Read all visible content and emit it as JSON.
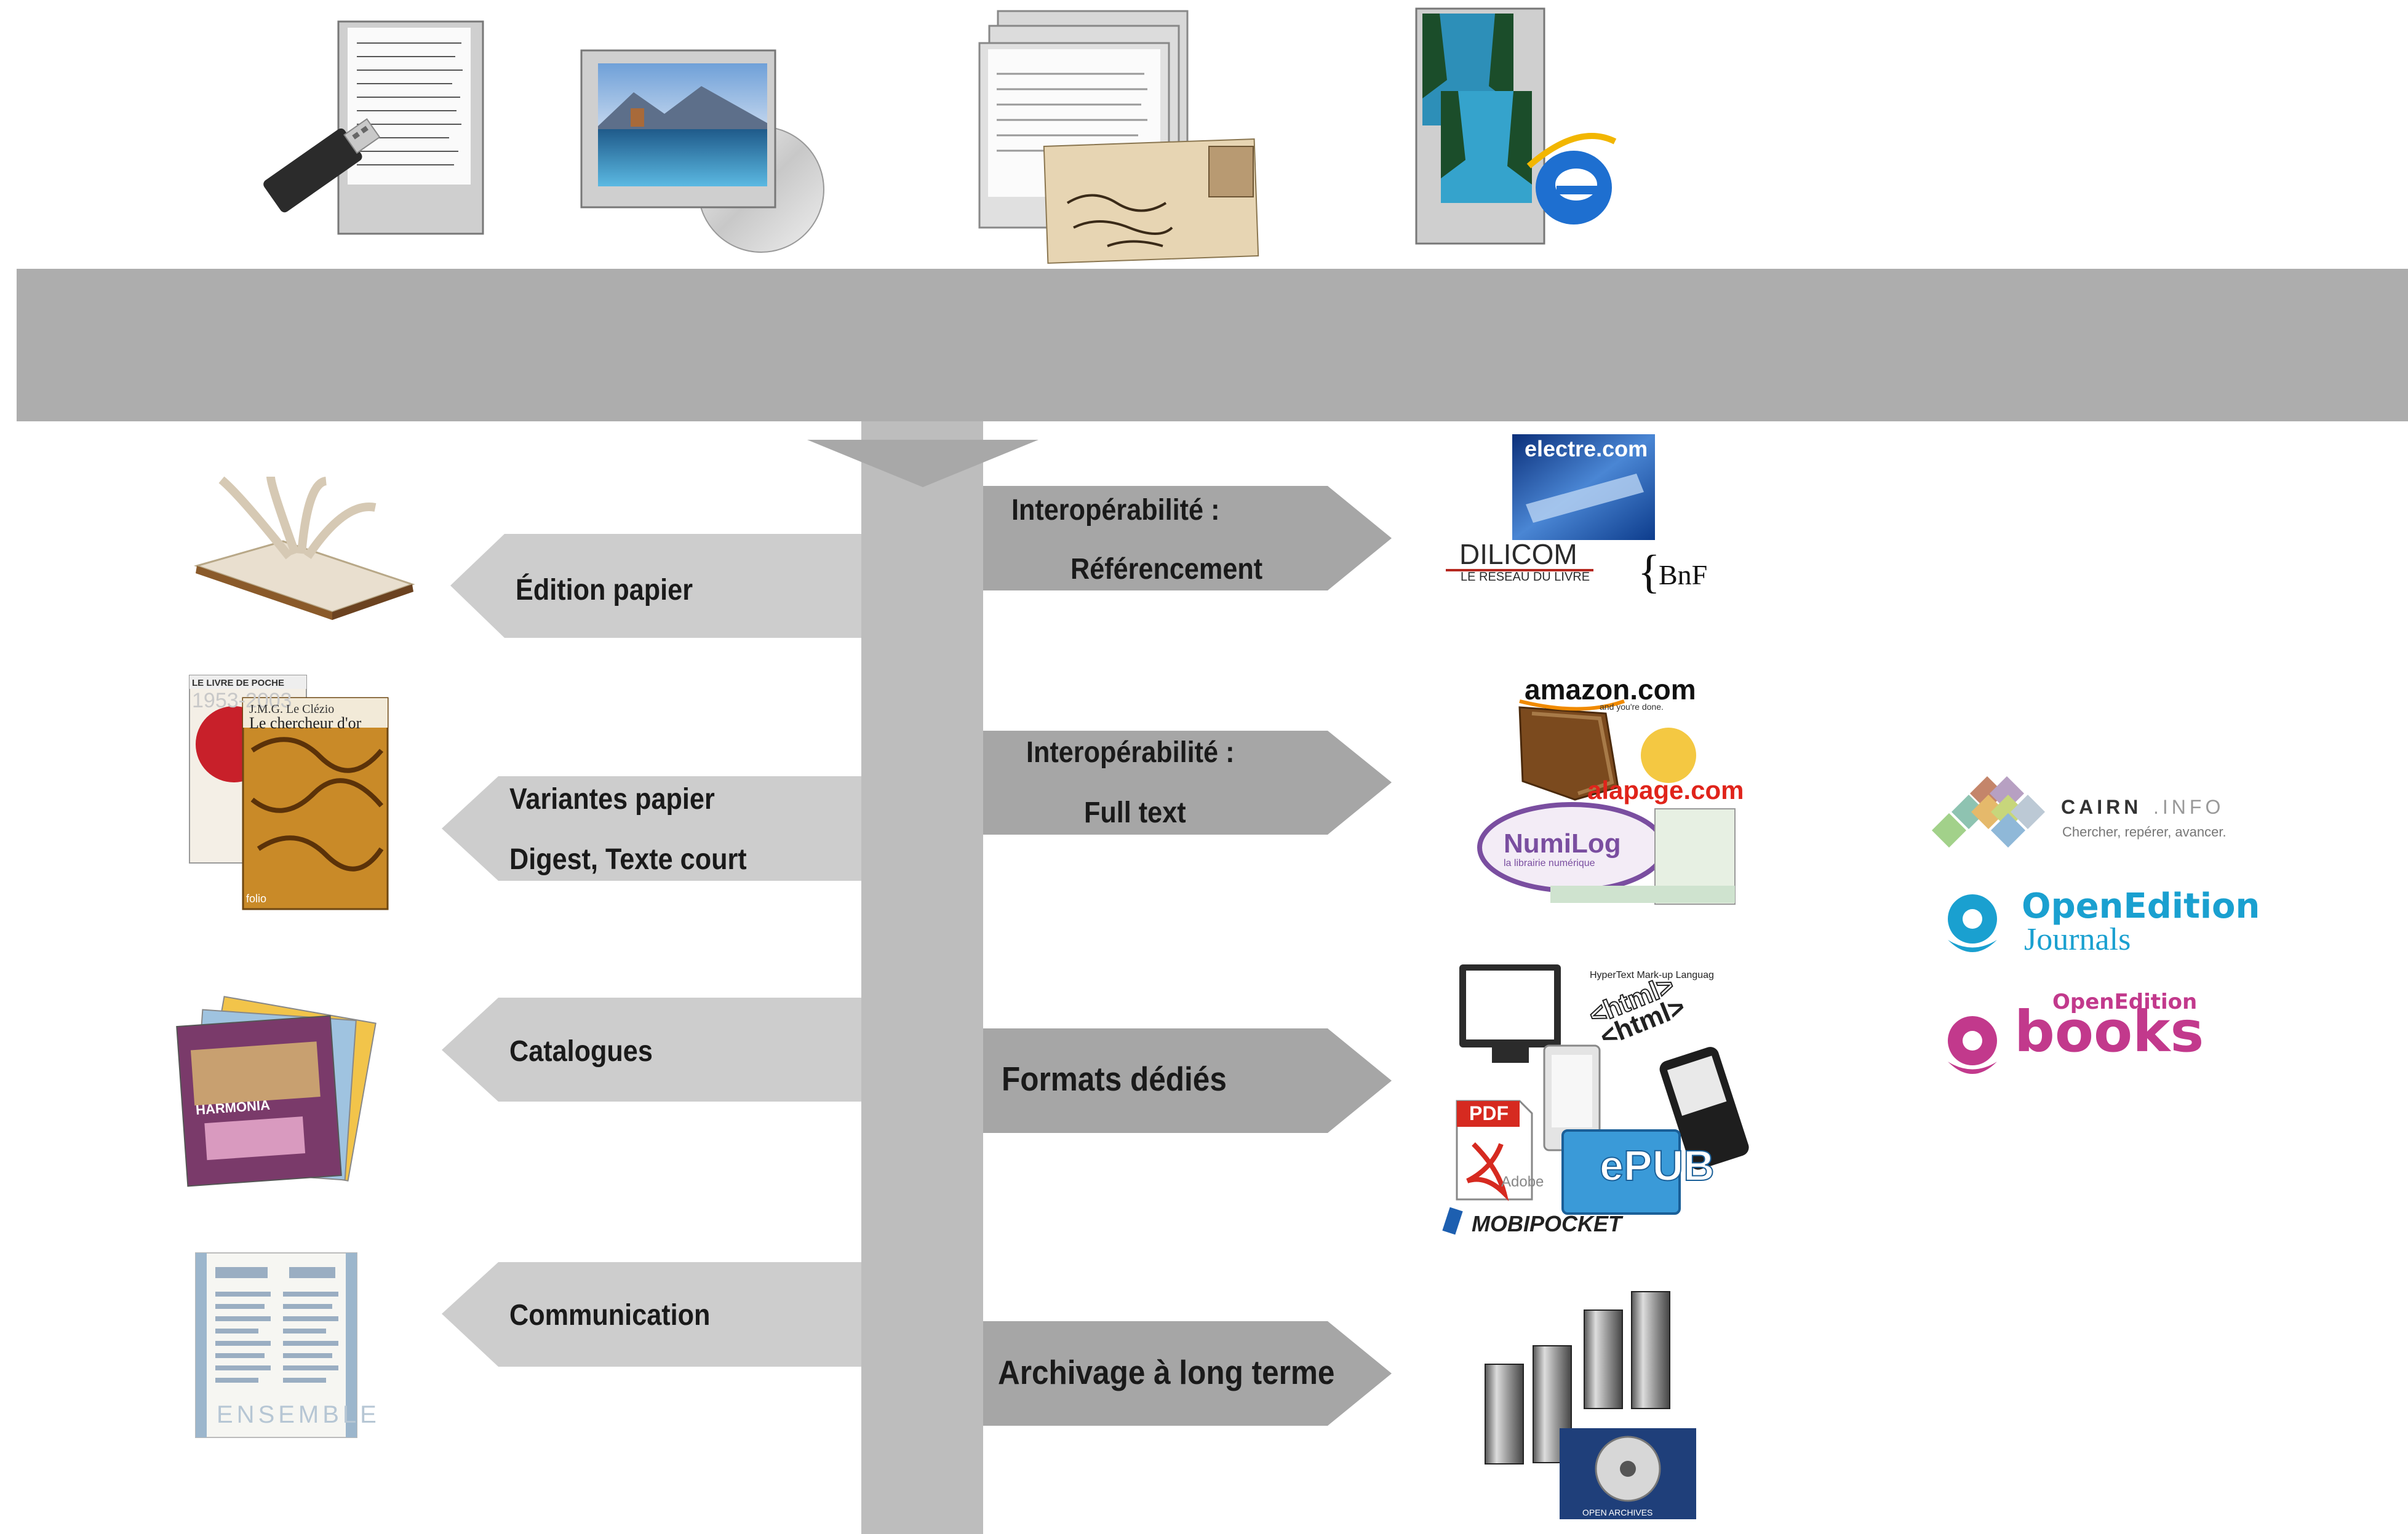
{
  "labels": {
    "edition_papier": "Édition papier",
    "variantes_papier": "Variantes papier",
    "digest": "Digest, Texte court",
    "catalogues": "Catalogues",
    "communication": "Communication",
    "interop1_title": "Interopérabilité :",
    "interop1_sub": "Référencement",
    "interop2_title": "Interopérabilité :",
    "interop2_sub": "Full text",
    "formats": "Formats dédiés",
    "archivage": "Archivage à long terme"
  },
  "logos": {
    "electre": "electre.com",
    "dilicom": "DILICOM",
    "dilicom_sub": "LE RESEAU DU LIVRE",
    "bnf": "BnF",
    "amazon": "amazon.com",
    "amazon_sub": "and you're done.",
    "alapage": "alapage.com",
    "numilog": "NumiLog",
    "numilog_sub": "la librairie numérique",
    "html1": "<html>",
    "html2": "<html>",
    "hypertext": "HyperText Mark-up Languag",
    "pdf": "PDF",
    "adobe": "Adobe",
    "epub": "ePUB",
    "mobipocket": "MOBIPOCKET",
    "open_archives": "OPEN ARCHIVES",
    "cairn": "CAIRN",
    "cairn_info": ".INFO",
    "cairn_tag": "Chercher, repérer, avancer.",
    "openedition": "OpenEdition",
    "journals": "Journals",
    "oe_books_top": "OpenEdition",
    "books": "books",
    "livre_poche": "LE LIVRE DE POCHE",
    "livre_years": "1953-2003",
    "leclezio_author": "J.M.G. Le Clézio",
    "leclezio_title": "Le chercheur d'or",
    "harmonia": "HARMONIA",
    "ensemble": "ENSEMBLE",
    "folio": "folio"
  },
  "colors": {
    "band": "#adadad",
    "trunk": "#bdbdbd",
    "left_arrow": "#cdcdcd",
    "right_arrow": "#a6a6a6",
    "text": "#1a1a1a",
    "openedition_blue": "#1aa0d0",
    "openedition_purple": "#c2398c"
  }
}
